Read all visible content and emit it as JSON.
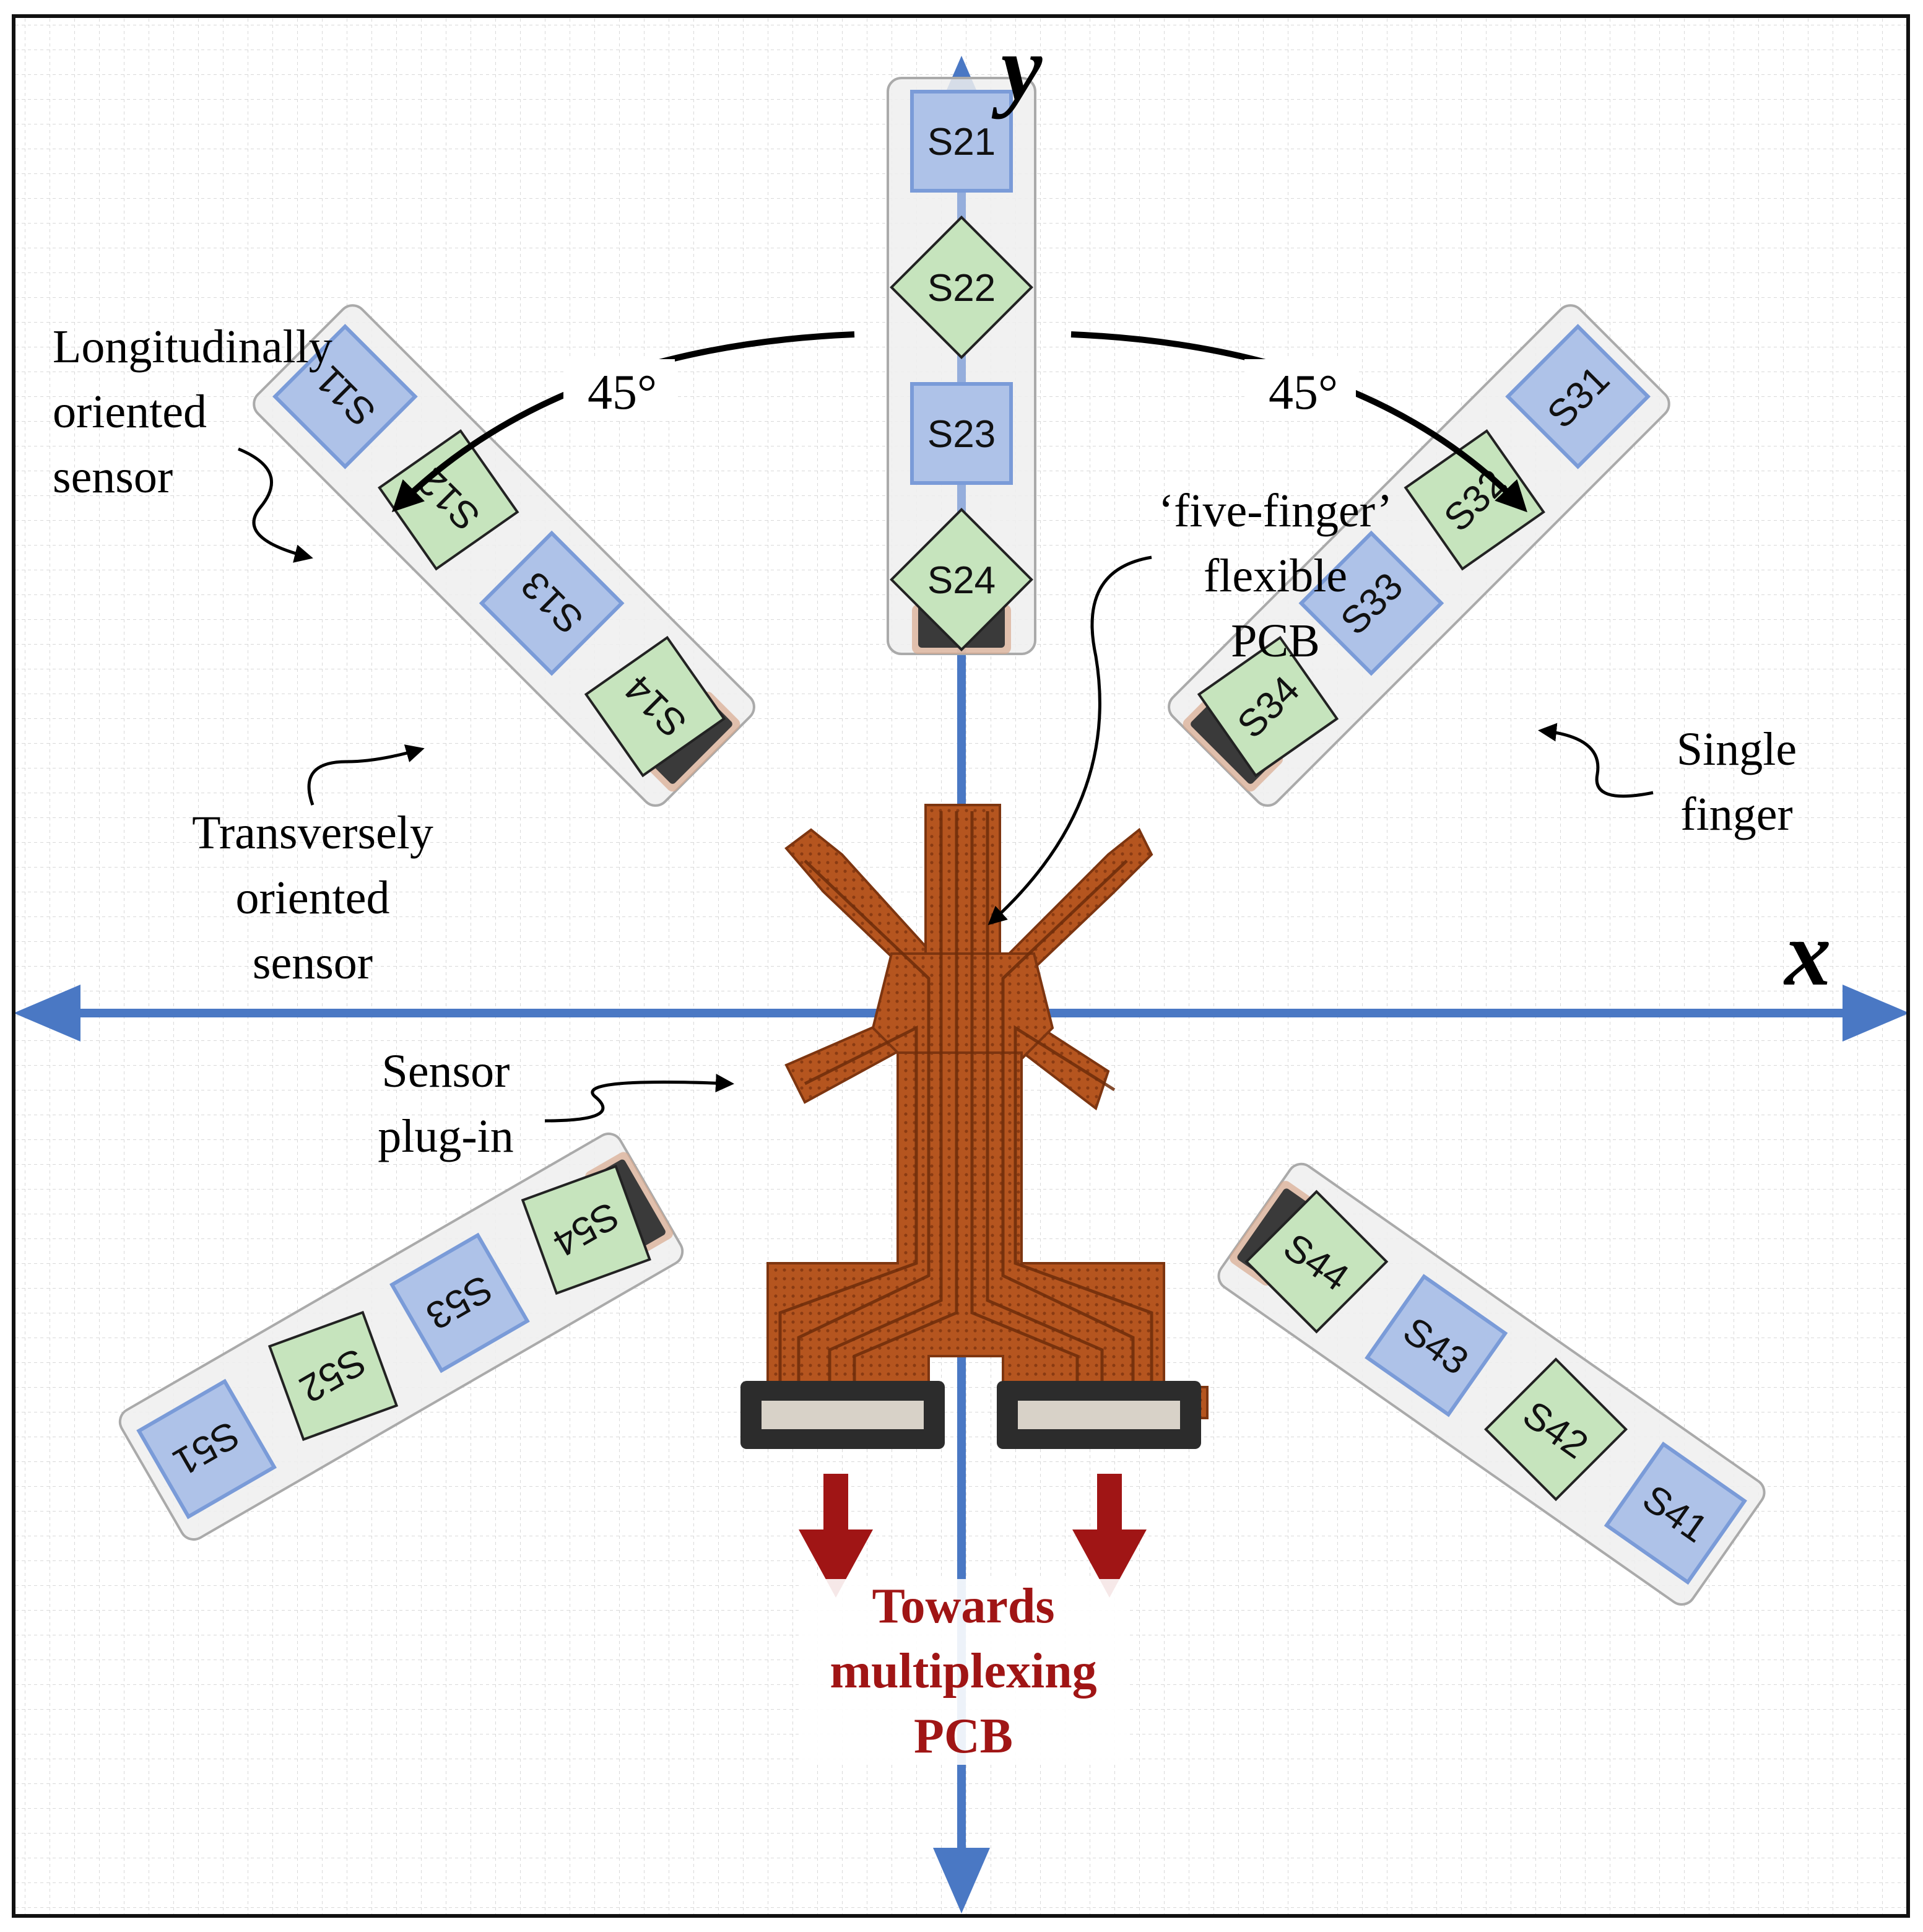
{
  "axes": {
    "x_label": "x",
    "y_label": "y"
  },
  "angles": {
    "left": "45°",
    "right": "45°"
  },
  "fingers": [
    {
      "id": "finger-1",
      "angle": 135,
      "sensors": [
        {
          "label": "S11",
          "type": "longitudinal"
        },
        {
          "label": "S12",
          "type": "transverse"
        },
        {
          "label": "S13",
          "type": "longitudinal"
        },
        {
          "label": "S14",
          "type": "transverse"
        }
      ]
    },
    {
      "id": "finger-2",
      "angle": 90,
      "sensors": [
        {
          "label": "S21",
          "type": "longitudinal"
        },
        {
          "label": "S22",
          "type": "transverse"
        },
        {
          "label": "S23",
          "type": "longitudinal"
        },
        {
          "label": "S24",
          "type": "transverse"
        }
      ]
    },
    {
      "id": "finger-3",
      "angle": 45,
      "sensors": [
        {
          "label": "S31",
          "type": "longitudinal"
        },
        {
          "label": "S32",
          "type": "transverse"
        },
        {
          "label": "S33",
          "type": "longitudinal"
        },
        {
          "label": "S34",
          "type": "transverse"
        }
      ]
    },
    {
      "id": "finger-4",
      "angle": -35,
      "sensors": [
        {
          "label": "S41",
          "type": "longitudinal"
        },
        {
          "label": "S42",
          "type": "transverse"
        },
        {
          "label": "S43",
          "type": "longitudinal"
        },
        {
          "label": "S44",
          "type": "transverse"
        }
      ]
    },
    {
      "id": "finger-5",
      "angle": 210,
      "sensors": [
        {
          "label": "S51",
          "type": "longitudinal"
        },
        {
          "label": "S52",
          "type": "transverse"
        },
        {
          "label": "S53",
          "type": "longitudinal"
        },
        {
          "label": "S54",
          "type": "transverse"
        }
      ]
    }
  ],
  "annotations": {
    "longitudinal": [
      "Longitudinally",
      "oriented",
      "sensor"
    ],
    "transverse": [
      "Transversely",
      "oriented",
      "sensor"
    ],
    "five_finger": [
      "‘five-finger’",
      "flexible",
      "PCB"
    ],
    "single_finger": [
      "Single",
      "finger"
    ],
    "plug_in": [
      "Sensor",
      "plug-in"
    ],
    "towards": [
      "Towards",
      "multiplexing",
      "PCB"
    ]
  },
  "colors": {
    "axis": "#4a78c4",
    "longitudinal_fill": "#aec2e8",
    "longitudinal_stroke": "#7a9bd8",
    "transverse_fill": "#c6e4bd",
    "transverse_stroke": "#222222",
    "pcb": "#b5551f",
    "pcb_dark": "#7d3510",
    "connector": "#3a3a3a",
    "finger_fill": "#eeeeee",
    "finger_stroke": "#aaaaaa",
    "output_arrow": "#a01515",
    "grid": "#d9d9d9"
  }
}
